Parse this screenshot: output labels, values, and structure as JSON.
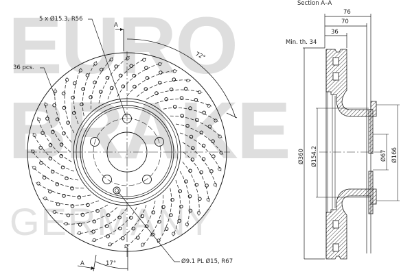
{
  "watermark": {
    "line1": "EURO",
    "line2": "BRAKE",
    "line3": "GERMANY",
    "color": "#dedede"
  },
  "front_view": {
    "bolt_holes_label": "5 x Ø15.3, R56",
    "vent_holes_count_label": "36 pcs.",
    "angle_top_label": "72°",
    "angle_bottom_label": "17°",
    "section_marker_top": "A",
    "section_marker_bottom": "A",
    "small_hole_label": "Ø9.1 PL Ø15, R67"
  },
  "section_view": {
    "title": "Section A–A",
    "dim_overall_height": "76",
    "dim_hat_height": "70",
    "dim_thickness": "36",
    "min_thickness_label": "Min. th. 34",
    "dim_outer_diameter": "Ø360",
    "dim_hat_diameter": "Ø154.2",
    "dim_center_bore": "Ø67",
    "dim_hat_outer": "Ø166"
  },
  "colors": {
    "line": "#1a1a1a",
    "watermark": "#dedede",
    "background": "#ffffff"
  }
}
